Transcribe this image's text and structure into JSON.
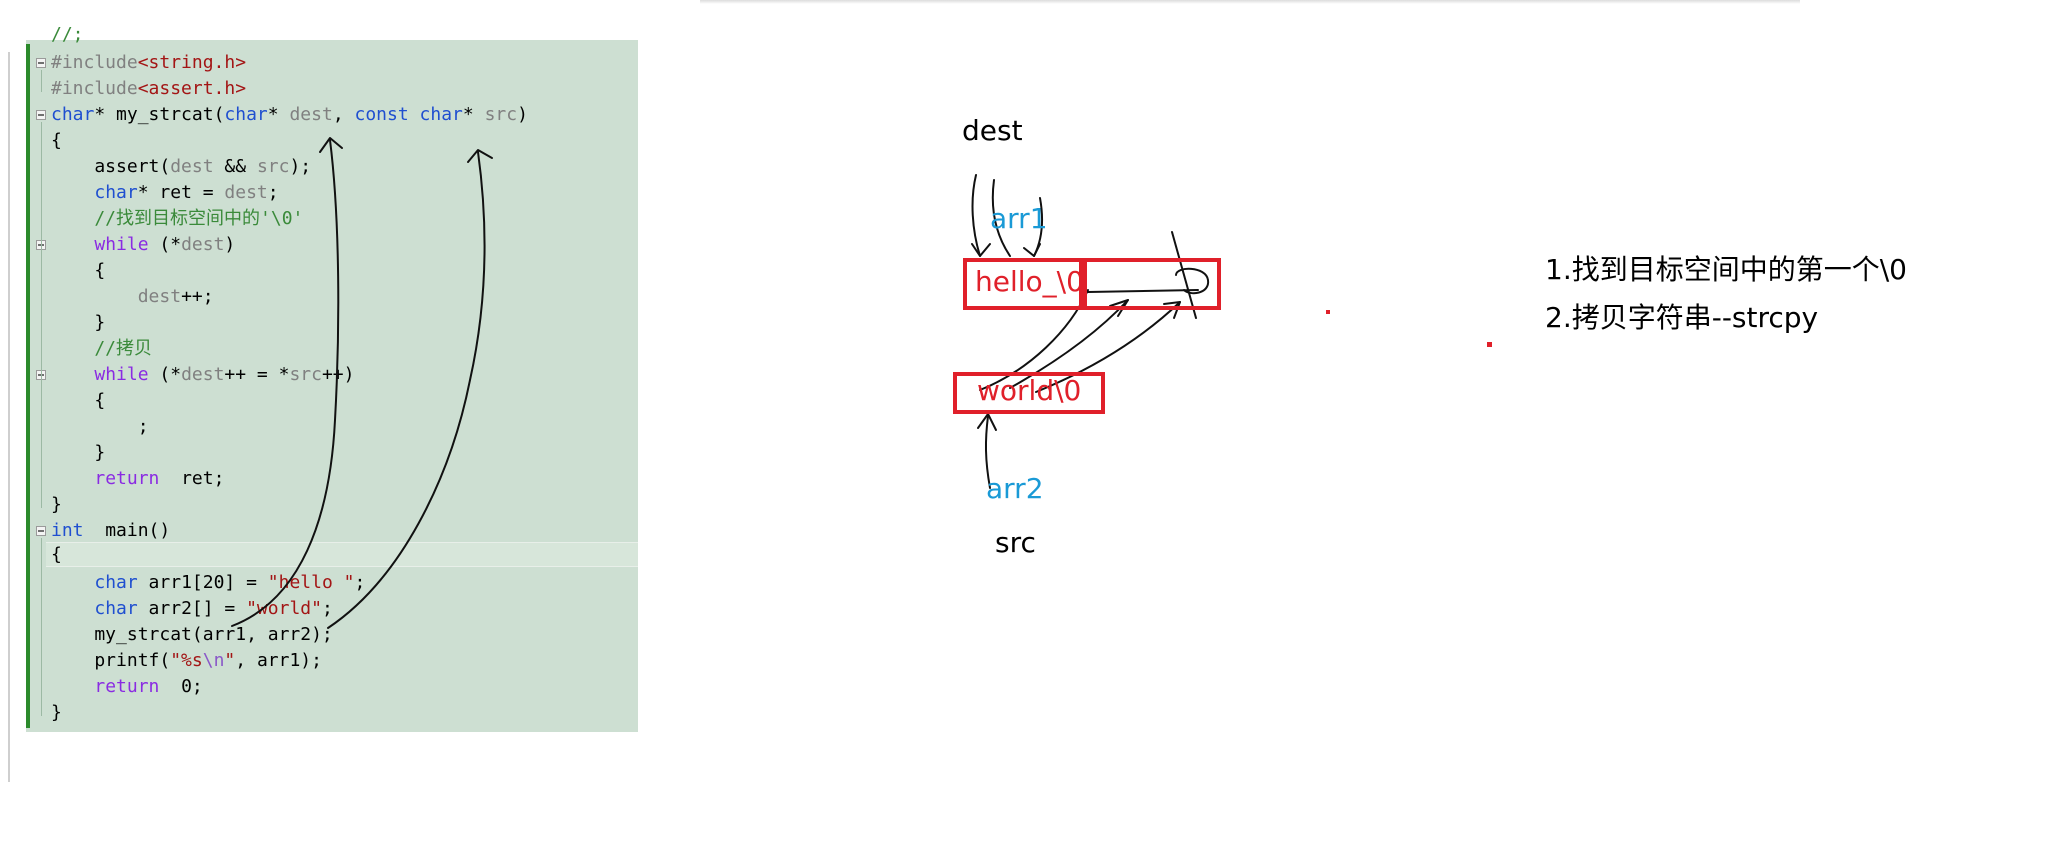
{
  "code_lines": [
    {
      "segments": [
        {
          "t": "//;",
          "c": "cmt"
        }
      ]
    },
    {
      "segments": [
        {
          "t": "#include",
          "c": "pp"
        },
        {
          "t": "<string.h>",
          "c": "inc"
        }
      ]
    },
    {
      "segments": [
        {
          "t": "#include",
          "c": "pp"
        },
        {
          "t": "<assert.h>",
          "c": "inc"
        }
      ]
    },
    {
      "segments": [
        {
          "t": "char",
          "c": "kw"
        },
        {
          "t": "* my_strcat(",
          "c": ""
        },
        {
          "t": "char",
          "c": "kw"
        },
        {
          "t": "* ",
          "c": ""
        },
        {
          "t": "dest",
          "c": "param"
        },
        {
          "t": ", ",
          "c": ""
        },
        {
          "t": "const",
          "c": "kw"
        },
        {
          "t": " ",
          "c": ""
        },
        {
          "t": "char",
          "c": "kw"
        },
        {
          "t": "* ",
          "c": ""
        },
        {
          "t": "src",
          "c": "param"
        },
        {
          "t": ")",
          "c": ""
        }
      ]
    },
    {
      "segments": [
        {
          "t": "{",
          "c": ""
        }
      ]
    },
    {
      "segments": [
        {
          "t": "    assert(",
          "c": ""
        },
        {
          "t": "dest",
          "c": "param"
        },
        {
          "t": " && ",
          "c": ""
        },
        {
          "t": "src",
          "c": "param"
        },
        {
          "t": ");",
          "c": ""
        }
      ]
    },
    {
      "segments": [
        {
          "t": "    ",
          "c": ""
        },
        {
          "t": "char",
          "c": "kw"
        },
        {
          "t": "* ret = ",
          "c": ""
        },
        {
          "t": "dest",
          "c": "param"
        },
        {
          "t": ";",
          "c": ""
        }
      ]
    },
    {
      "segments": [
        {
          "t": "    //找到目标空间中的'\\0'",
          "c": "cmt"
        }
      ]
    },
    {
      "segments": [
        {
          "t": "    ",
          "c": ""
        },
        {
          "t": "while",
          "c": "kw2"
        },
        {
          "t": " (*",
          "c": ""
        },
        {
          "t": "dest",
          "c": "param"
        },
        {
          "t": ")",
          "c": ""
        }
      ]
    },
    {
      "segments": [
        {
          "t": "    {",
          "c": ""
        }
      ]
    },
    {
      "segments": [
        {
          "t": "        ",
          "c": ""
        },
        {
          "t": "dest",
          "c": "param"
        },
        {
          "t": "++;",
          "c": ""
        }
      ]
    },
    {
      "segments": [
        {
          "t": "    }",
          "c": ""
        }
      ]
    },
    {
      "segments": [
        {
          "t": "    //拷贝",
          "c": "cmt"
        }
      ]
    },
    {
      "segments": [
        {
          "t": "    ",
          "c": ""
        },
        {
          "t": "while",
          "c": "kw2"
        },
        {
          "t": " (*",
          "c": ""
        },
        {
          "t": "dest",
          "c": "param"
        },
        {
          "t": "++ = *",
          "c": ""
        },
        {
          "t": "src",
          "c": "param"
        },
        {
          "t": "++)",
          "c": ""
        }
      ]
    },
    {
      "segments": [
        {
          "t": "    {",
          "c": ""
        }
      ]
    },
    {
      "segments": [
        {
          "t": "        ;",
          "c": ""
        }
      ]
    },
    {
      "segments": [
        {
          "t": "    }",
          "c": ""
        }
      ]
    },
    {
      "segments": [
        {
          "t": "    ",
          "c": ""
        },
        {
          "t": "return",
          "c": "kw2"
        },
        {
          "t": "  ret;",
          "c": ""
        }
      ]
    },
    {
      "segments": [
        {
          "t": "}",
          "c": ""
        }
      ]
    },
    {
      "segments": [
        {
          "t": "int",
          "c": "kw"
        },
        {
          "t": "  main()",
          "c": ""
        }
      ]
    },
    {
      "segments": [
        {
          "t": "{",
          "c": ""
        }
      ]
    },
    {
      "segments": [
        {
          "t": "    ",
          "c": ""
        },
        {
          "t": "char",
          "c": "kw"
        },
        {
          "t": " arr1[20] = ",
          "c": ""
        },
        {
          "t": "\"hello \"",
          "c": "str"
        },
        {
          "t": ";",
          "c": ""
        }
      ]
    },
    {
      "segments": [
        {
          "t": "    ",
          "c": ""
        },
        {
          "t": "char",
          "c": "kw"
        },
        {
          "t": " arr2[] = ",
          "c": ""
        },
        {
          "t": "\"world\"",
          "c": "str"
        },
        {
          "t": ";",
          "c": ""
        }
      ]
    },
    {
      "segments": [
        {
          "t": "    my_strcat(arr1, arr2);",
          "c": ""
        }
      ]
    },
    {
      "segments": [
        {
          "t": "    printf(",
          "c": ""
        },
        {
          "t": "\"%s",
          "c": "str"
        },
        {
          "t": "\\n",
          "c": "esc"
        },
        {
          "t": "\"",
          "c": "str"
        },
        {
          "t": ", arr1);",
          "c": ""
        }
      ]
    },
    {
      "segments": [
        {
          "t": "    ",
          "c": ""
        },
        {
          "t": "return",
          "c": "kw2"
        },
        {
          "t": "  0;",
          "c": ""
        }
      ]
    },
    {
      "segments": [
        {
          "t": "}",
          "c": ""
        }
      ]
    }
  ],
  "diagram": {
    "dest_label": "dest",
    "arr1_label": "arr1",
    "hello_box": "hello_\\0",
    "world_box": "world\\0",
    "arr2_label": "arr2",
    "src_label": "src"
  },
  "notes": {
    "step1": "1.找到目标空间中的第一个\\0",
    "step2": "2.拷贝字符串--strcpy"
  },
  "colors": {
    "ink_red": "#e0202a",
    "ink_blue": "#1a9ad6",
    "editor_bg": "#cddfd2"
  }
}
